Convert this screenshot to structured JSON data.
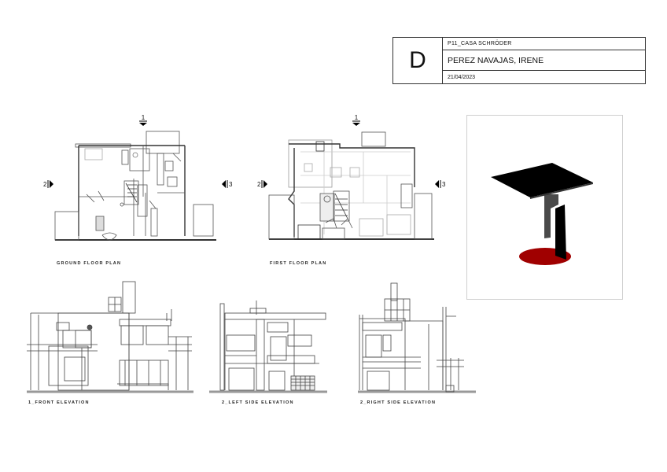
{
  "title_block": {
    "sheet_letter": "D",
    "project": "P11_CASA SCHRÖDER",
    "author": "PEREZ NAVAJAS, IRENE",
    "date": "21/04/2023"
  },
  "plans": [
    {
      "caption": "GROUND FLOOR PLAN",
      "section_markers": {
        "top": "1",
        "left": "2",
        "right": "3"
      }
    },
    {
      "caption": "FIRST FLOOR PLAN",
      "section_markers": {
        "top": "1",
        "left": "2",
        "right": "3"
      }
    }
  ],
  "render": {
    "subject": "Red-blue style table 3D render",
    "colors": {
      "top": "#000000",
      "leg_front": "#4a4a4a",
      "leg_back": "#000000",
      "base_disc": "#a00000"
    }
  },
  "elevations": [
    {
      "caption": "1_FRONT ELEVATION"
    },
    {
      "caption": "2_LEFT SIDE ELEVATION"
    },
    {
      "caption": "2_RIGHT SIDE ELEVATION"
    }
  ]
}
